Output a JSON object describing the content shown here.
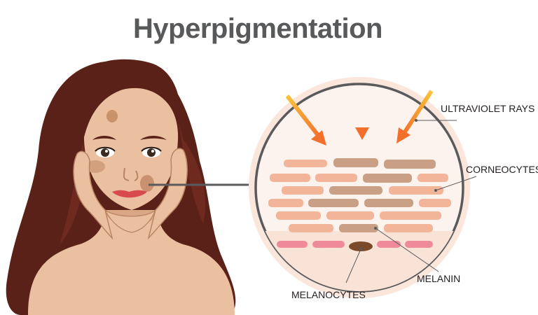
{
  "title": "Hyperpigmentation",
  "labels": {
    "uv": "ULTRAVIOLET RAYS",
    "corneocytes": "CORNEOCYTES",
    "melanin": "MELANIN",
    "melanocytes": "MELANOCYTES"
  },
  "colors": {
    "title": "#58595b",
    "hair": "#5a2118",
    "skin": "#eac0a1",
    "spot": "#c8926a",
    "uv_ray_start": "#f9c33a",
    "uv_ray_end": "#f26f2c",
    "circle_outline": "#5a5a5c",
    "circle_fill": "#f9e6da",
    "corneocyte": "#f3b59a",
    "melanin_cell": "#c9a086",
    "basal_pink": "#ef8a9a",
    "melanocyte": "#7a4a2a"
  }
}
